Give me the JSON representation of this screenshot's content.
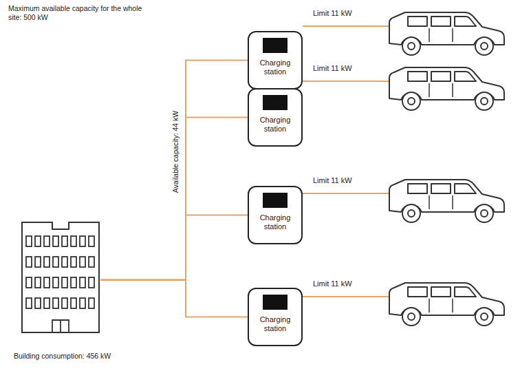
{
  "diagram": {
    "nodes": [
      {
        "text": [
          "Building consumption: 456 kW"
        ]
      },
      {
        "text": [
          "Charging station"
        ]
      },
      {
        "text": [
          "Charging station"
        ]
      },
      {
        "text": [
          "Charging station"
        ]
      },
      {
        "text": [
          "Charging station"
        ]
      }
    ],
    "edges": [
      {
        "from": 0,
        "to": 1,
        "arrow": "none"
      },
      {
        "from": 0,
        "to": 2,
        "arrow": "none"
      },
      {
        "from": 0,
        "to": 3,
        "arrow": "none"
      },
      {
        "from": 0,
        "to": 4,
        "arrow": "none"
      }
    ],
    "labels": [
      "Maximum available capacity for the whole site: 500 kW",
      "Available capacity: 44 kW",
      "Limit 11 kW",
      "Limit 11 kW",
      "Limit 11 kW",
      "Limit 11 kW"
    ]
  }
}
